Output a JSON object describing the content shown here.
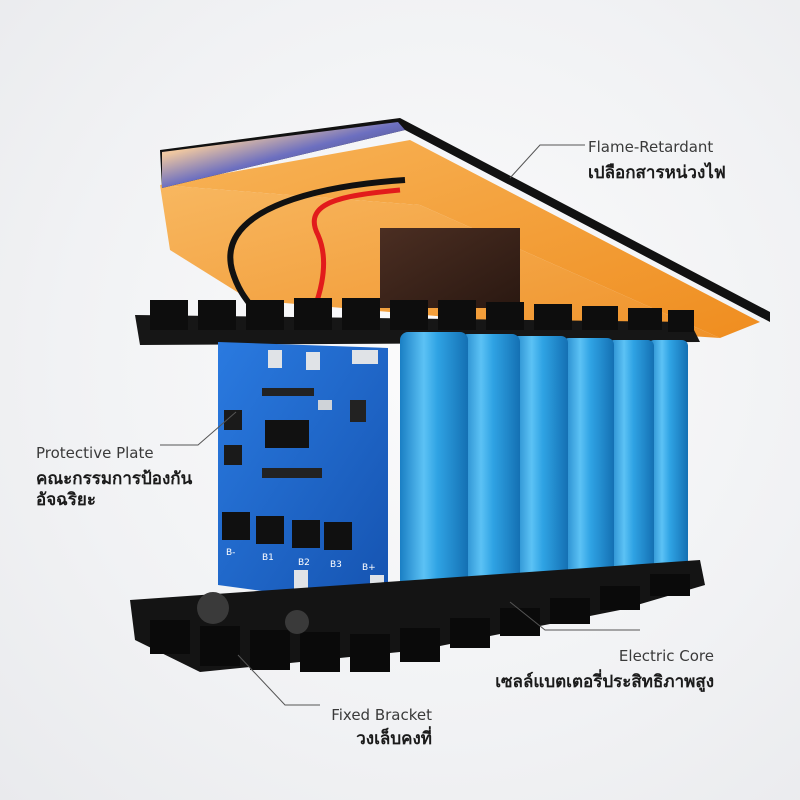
{
  "labels": {
    "flame": {
      "en": "Flame-Retardant",
      "th": "เปลือกสารหน่วงไฟ"
    },
    "protective": {
      "en": "Protective Plate",
      "th": "คณะกรรมการป้องกันอัจฉริยะ"
    },
    "core": {
      "en": "Electric Core",
      "th": "เซลล์แบตเตอรี่ประสิทธิภาพสูง"
    },
    "bracket": {
      "en": "Fixed Bracket",
      "th": "วงเล็บคงที่"
    }
  },
  "pcb_markings": [
    "B-",
    "B1",
    "B2",
    "B3",
    "B+"
  ],
  "colors": {
    "cell_blue": "#2c9fe0",
    "pcb_blue": "#1d63c9",
    "lid_orange": "#f6a23a",
    "bracket_black": "#151515"
  }
}
